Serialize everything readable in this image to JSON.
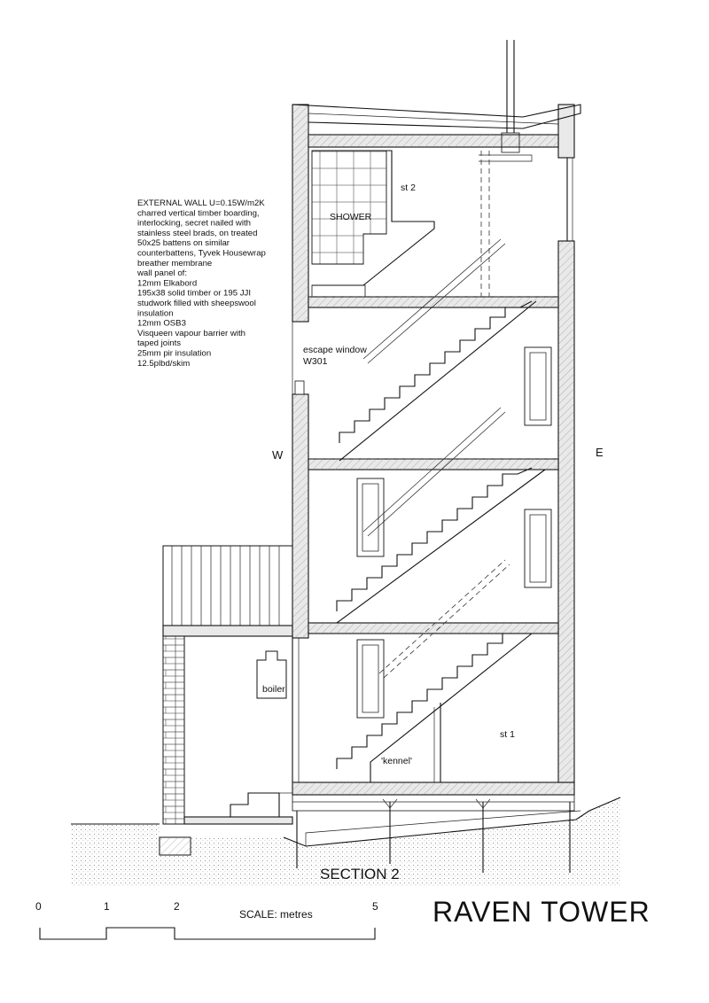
{
  "spec_note": [
    "EXTERNAL WALL U=0.15W/m2K",
    "charred vertical timber boarding,",
    "interlocking, secret nailed with",
    "stainless steel brads, on treated",
    "50x25 battens on similar",
    "counterbattens, Tyvek Housewrap",
    "breather membrane",
    "wall panel of:",
    "12mm Elkabord",
    "195x38 solid timber or 195 JJI",
    "studwork filled with sheepswool",
    "insulation",
    "12mm OSB3",
    "Visqueen vapour barrier with",
    "taped joints",
    "25mm pir insulation",
    "12.5plbd/skim"
  ],
  "labels": {
    "shower": "SHOWER",
    "store_2": "st 2",
    "escape_window_line1": "escape window",
    "escape_window_line2": "W301",
    "west": "W",
    "east": "E",
    "boiler": "boiler",
    "kennel": "'kennel'",
    "store_1": "st 1"
  },
  "section_title": "SECTION 2",
  "project_title": "RAVEN TOWER",
  "scale_bar": {
    "caption": "SCALE: metres",
    "ticks": [
      "0",
      "1",
      "2",
      "5"
    ]
  }
}
